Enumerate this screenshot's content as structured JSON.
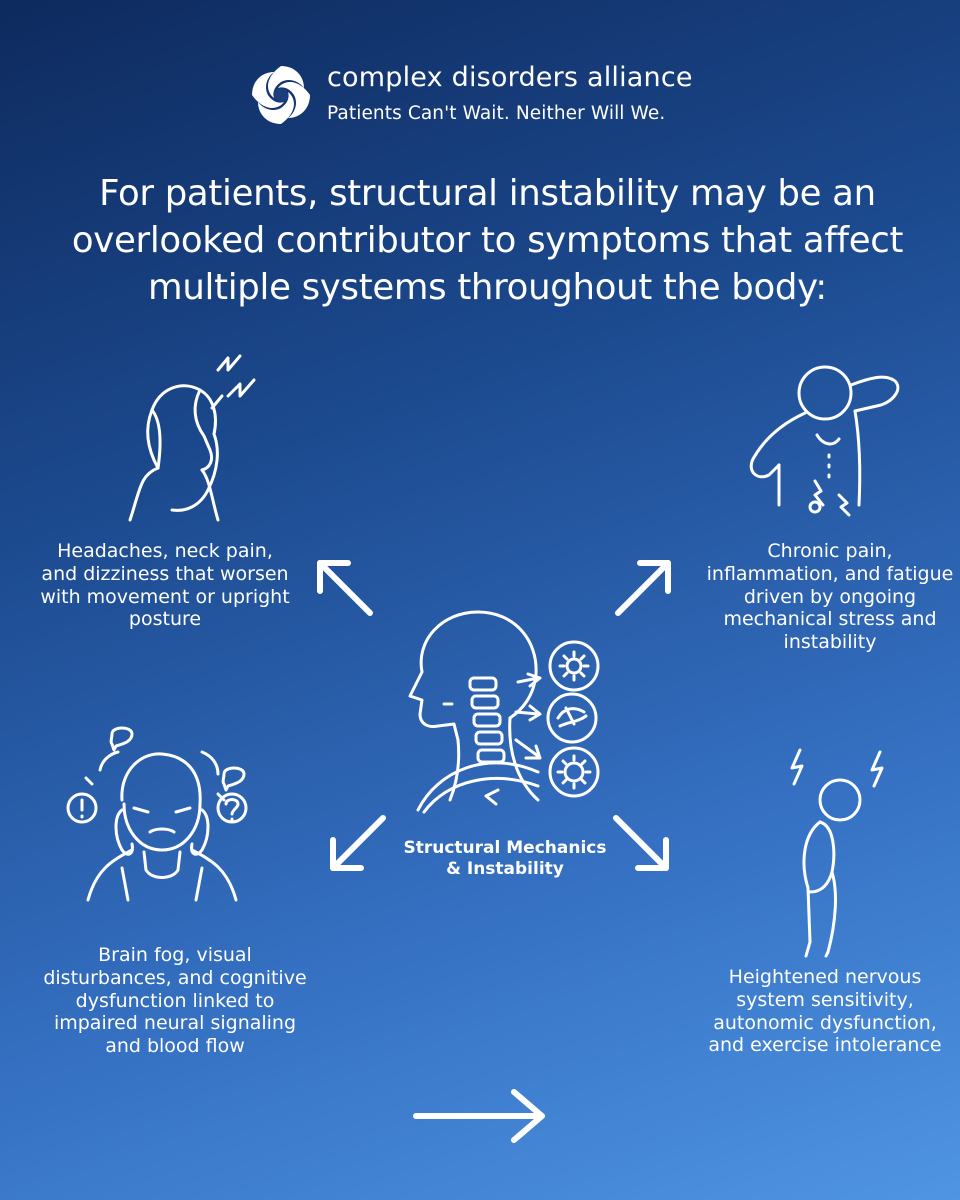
{
  "brand": {
    "name": "complex disorders alliance",
    "tagline": "Patients Can't Wait. Neither Will We."
  },
  "headline": "For patients, structural instability may be an overlooked contributor to symptoms that affect multiple systems throughout the body:",
  "center": {
    "label_line1": "Structural Mechanics",
    "label_line2": "& Instability"
  },
  "symptoms": {
    "top_left": "Headaches, neck pain, and dizziness that worsen with movement or upright posture",
    "top_right": "Chronic pain, inflammation, and fatigue driven by ongoing mechanical stress and instability",
    "bottom_left": "Brain fog, visual disturbances, and cognitive dysfunction linked to impaired neural signaling and blood flow",
    "bottom_right": "Heightened nervous system sensitivity, autonomic dysfunction, and exercise intolerance"
  },
  "icons": {
    "logo": "swirl-logo-icon",
    "top_left": "headache-person-icon",
    "top_right": "back-pain-person-icon",
    "bottom_left": "confused-person-icon",
    "bottom_right": "fatigued-person-icon",
    "center": "head-neck-spine-icon"
  },
  "colors": {
    "background_start": "#0e2a5e",
    "background_end": "#4f95e3",
    "foreground": "#ffffff"
  }
}
